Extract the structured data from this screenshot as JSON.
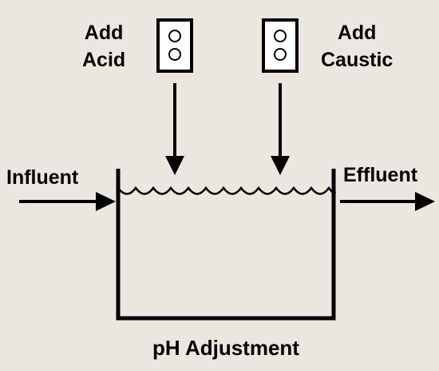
{
  "labels": {
    "acid_line1": "Add",
    "acid_line2": "Acid",
    "caustic_line1": "Add",
    "caustic_line2": "Caustic",
    "influent": "Influent",
    "effluent": "Effluent",
    "caption": "pH Adjustment"
  },
  "icons": {
    "acid_feeder": "chemical-feeder-icon",
    "caustic_feeder": "chemical-feeder-icon"
  },
  "colors": {
    "background": "#ebe7e0",
    "stroke": "#000000"
  }
}
